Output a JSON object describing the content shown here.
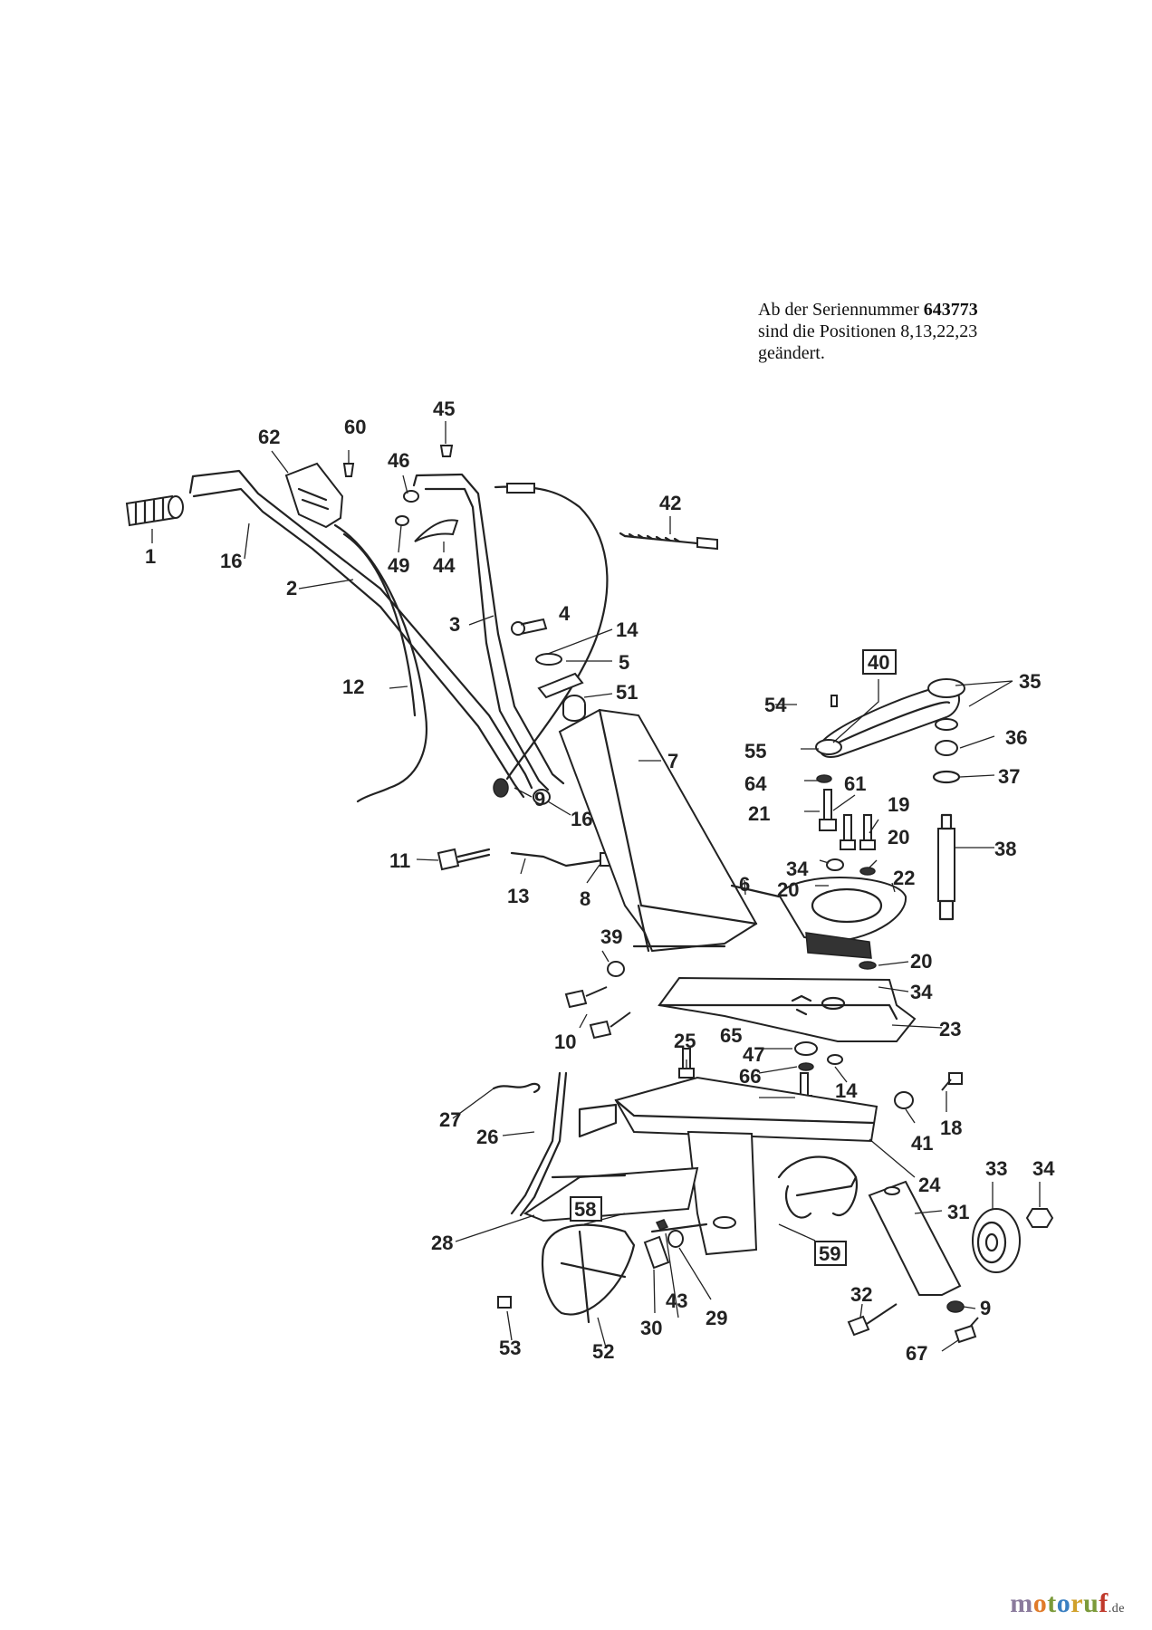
{
  "note": {
    "prefix": "Ab der Seriennummer",
    "serial": "643773",
    "line2": "sind die Positionen 8,13,22,23",
    "line3": "geändert."
  },
  "brand": {
    "name": "motoruf",
    "tld": ".de",
    "letters": [
      {
        "ch": "m",
        "color": "#8a7a9c"
      },
      {
        "ch": "o",
        "color": "#e07b2a"
      },
      {
        "ch": "t",
        "color": "#7b9a3a"
      },
      {
        "ch": "o",
        "color": "#3a7fc1"
      },
      {
        "ch": "r",
        "color": "#d0a02a"
      },
      {
        "ch": "u",
        "color": "#7b9a3a"
      },
      {
        "ch": "f",
        "color": "#c0392b"
      }
    ]
  },
  "parts": {
    "p1": "1",
    "p2": "2",
    "p3": "3",
    "p4": "4",
    "p5": "5",
    "p6": "6",
    "p7": "7",
    "p8": "8",
    "p9a": "9",
    "p9b": "9",
    "p10": "10",
    "p11": "11",
    "p12": "12",
    "p13": "13",
    "p14a": "14",
    "p14b": "14",
    "p16a": "16",
    "p16b": "16",
    "p18": "18",
    "p19": "19",
    "p20a": "20",
    "p20b": "20",
    "p20c": "20",
    "p21": "21",
    "p22": "22",
    "p23": "23",
    "p24": "24",
    "p25": "25",
    "p26": "26",
    "p27": "27",
    "p28": "28",
    "p29": "29",
    "p30": "30",
    "p31": "31",
    "p32": "32",
    "p33": "33",
    "p34a": "34",
    "p34b": "34",
    "p34c": "34",
    "p35": "35",
    "p36": "36",
    "p37": "37",
    "p38": "38",
    "p39": "39",
    "p40": "40",
    "p41": "41",
    "p42": "42",
    "p43": "43",
    "p44": "44",
    "p45": "45",
    "p46": "46",
    "p47": "47",
    "p49": "49",
    "p51": "51",
    "p52": "52",
    "p53": "53",
    "p54": "54",
    "p55": "55",
    "p58": "58",
    "p59": "59",
    "p60": "60",
    "p61": "61",
    "p62": "62",
    "p64": "64",
    "p65": "65",
    "p66": "66",
    "p67": "67"
  }
}
